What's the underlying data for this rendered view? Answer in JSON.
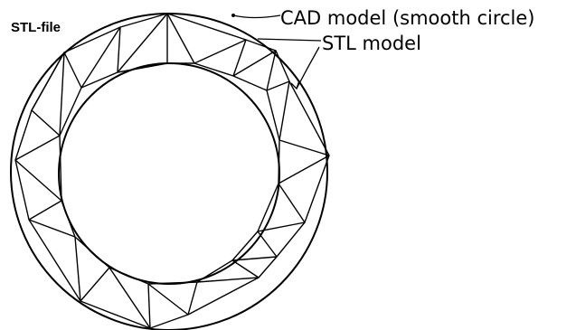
{
  "labels": {
    "stl_file": "STL-file",
    "cad_model": "CAD model (smooth circle)",
    "stl_model": "STL model"
  },
  "colors": {
    "stroke": "#000000",
    "background": "#ffffff"
  }
}
